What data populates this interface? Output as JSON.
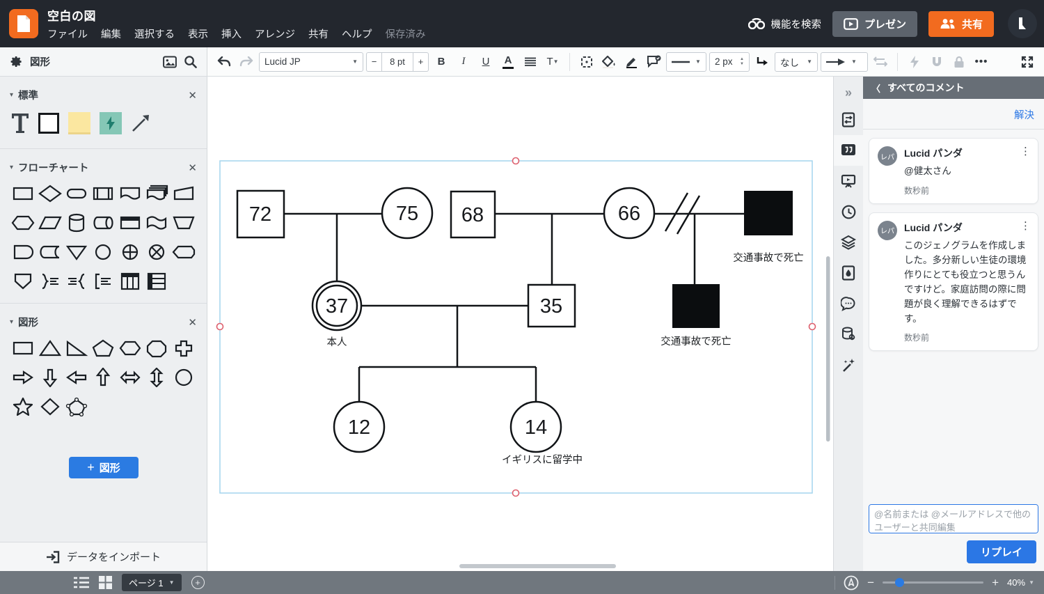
{
  "icons": {
    "close": "✕",
    "section_caret": "▾",
    "select_caret": "▼",
    "kebab": "⋮",
    "back_chevron": "〈",
    "collapse_chevrons": "»",
    "minus": "−",
    "plus": "+",
    "up_caret": "▲",
    "down_caret": "▼",
    "dots": "•••"
  },
  "app": {
    "title": "空白の図",
    "menus": [
      "ファイル",
      "編集",
      "選択する",
      "表示",
      "挿入",
      "アレンジ",
      "共有",
      "ヘルプ"
    ],
    "saved_status": "保存済み",
    "feature_search": "機能を検索",
    "present_button": "プレゼン",
    "share_button": "共有"
  },
  "toolbar": {
    "shapes_label": "図形",
    "font_name": "Lucid JP",
    "font_size": "8 pt",
    "bold": "B",
    "italic": "I",
    "underline": "U",
    "text_color": "A",
    "text_style": "T",
    "line_width": "2 px",
    "endpoint_none": "なし"
  },
  "shape_panel": {
    "standard_title": "標準",
    "flowchart_title": "フローチャート",
    "shapes_title": "図形",
    "add_shape_button": "図形",
    "import_data_button": "データをインポート"
  },
  "canvas": {
    "genogram": {
      "ages": {
        "grandfather_paternal": "72",
        "grandmother_paternal": "75",
        "grandfather_maternal": "68",
        "grandmother_maternal": "66",
        "self": "37",
        "spouse": "35",
        "child1": "12",
        "child2": "14"
      },
      "labels": {
        "deceased_top": "交通事故で死亡",
        "deceased_bottom": "交通事故で死亡",
        "self_label": "本人",
        "child2_note": "イギリスに留学中"
      }
    }
  },
  "comments": {
    "header": "すべてのコメント",
    "resolve_link": "解決",
    "items": [
      {
        "avatar": "レパ",
        "author": "Lucid パンダ",
        "body": "@健太さん",
        "time": "数秒前"
      },
      {
        "avatar": "レパ",
        "author": "Lucid パンダ",
        "body": "このジェノグラムを作成しました。多分新しい生徒の環境作りにとても役立つと思うんですけど。家庭訪問の際に問題が良く理解できるはずです。",
        "time": "数秒前"
      }
    ],
    "reply_placeholder": "@名前または @メールアドレスで他のユーザーと共同編集",
    "reply_button": "リプレイ"
  },
  "statusbar": {
    "page_label": "ページ 1",
    "zoom_level": "40%"
  },
  "colors": {
    "accent_blue": "#2b77e5",
    "brand_orange": "#f26b1f",
    "selection_blue": "#a9d7ee",
    "handle_red": "#dd606e"
  }
}
